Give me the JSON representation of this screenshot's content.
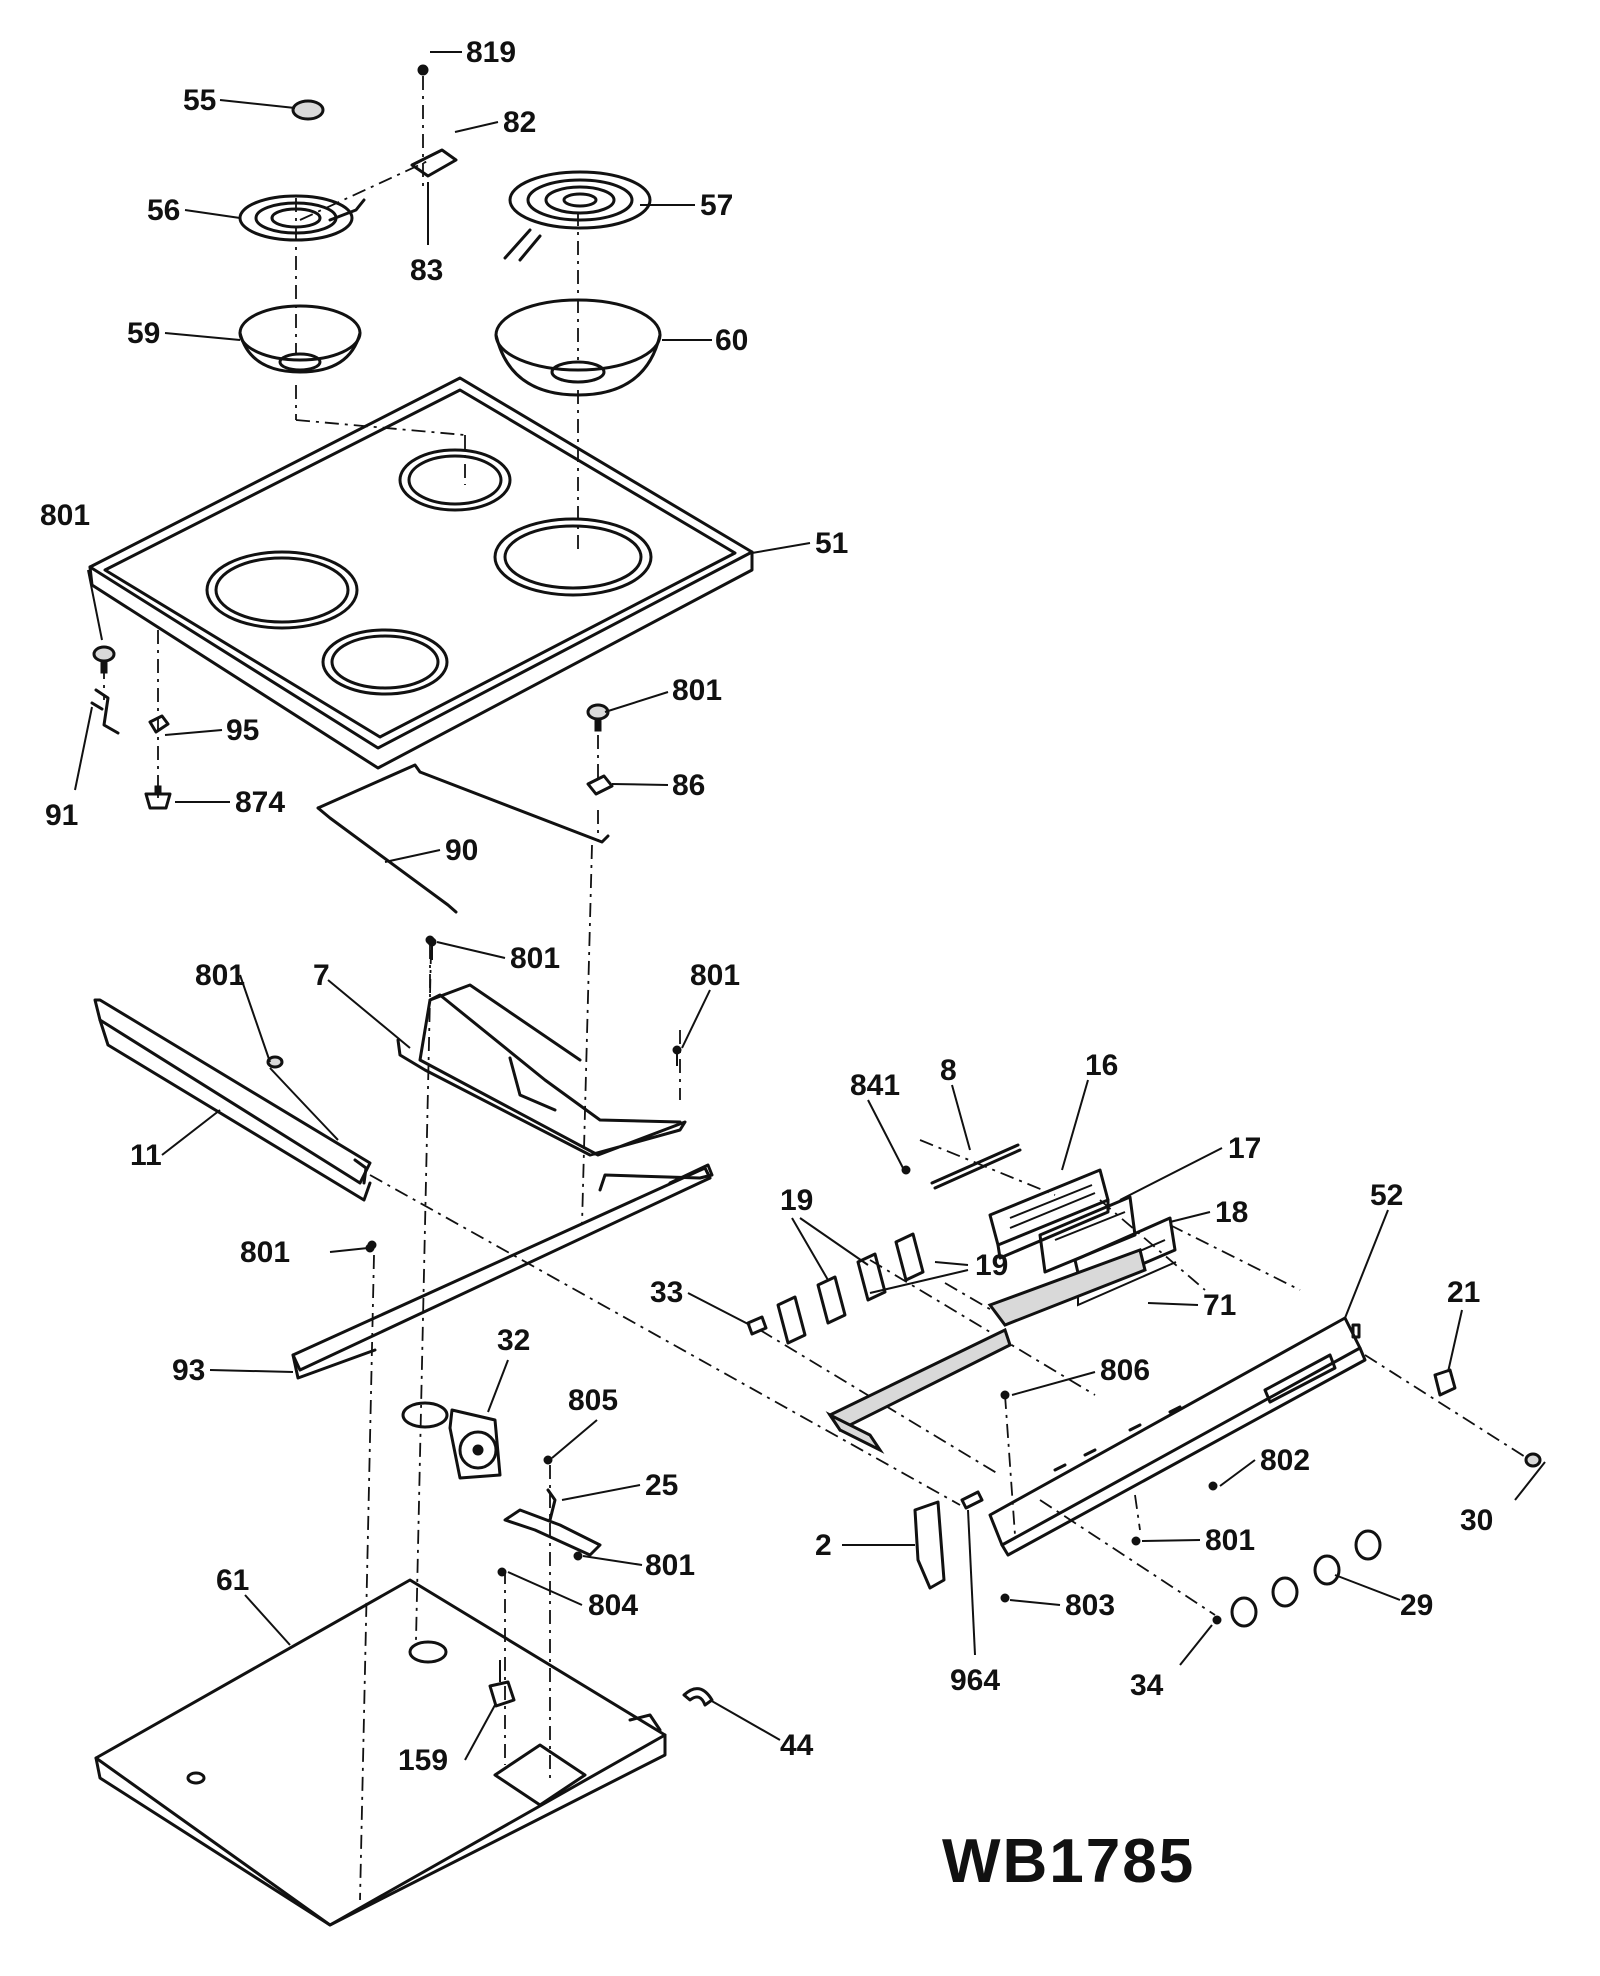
{
  "model_code": "WB1785",
  "labels": {
    "l819": "819",
    "l55": "55",
    "l82": "82",
    "l56": "56",
    "l57": "57",
    "l83": "83",
    "l59": "59",
    "l60": "60",
    "l51": "51",
    "l801a": "801",
    "l95": "95",
    "l91": "91",
    "l874": "874",
    "l801b": "801",
    "l86": "86",
    "l90": "90",
    "l801c": "801",
    "l801d": "801",
    "l801e": "801",
    "l7": "7",
    "l11": "11",
    "l841": "841",
    "l8": "8",
    "l16": "16",
    "l17": "17",
    "l18": "18",
    "l19a": "19",
    "l19b": "19",
    "l52": "52",
    "l21": "21",
    "l801f": "801",
    "l33": "33",
    "l71": "71",
    "l93": "93",
    "l32": "32",
    "l805": "805",
    "l806": "806",
    "l25": "25",
    "l802": "802",
    "l30": "30",
    "l801g": "801",
    "l2": "2",
    "l801h": "801",
    "l61": "61",
    "l804": "804",
    "l803": "803",
    "l29": "29",
    "l964": "964",
    "l34": "34",
    "l44": "44",
    "l159": "159"
  }
}
